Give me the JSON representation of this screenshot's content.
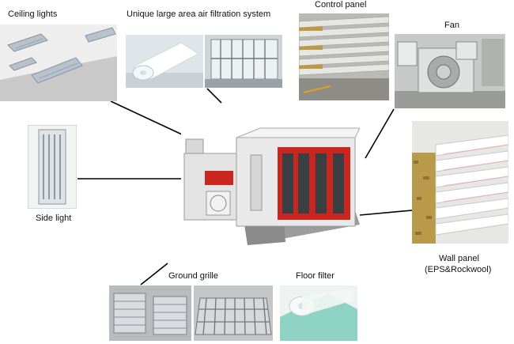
{
  "labels": {
    "ceiling_lights": "Ceiling lights",
    "air_filtration": "Unique large area air filtration system",
    "control_panel": "Control panel",
    "fan": "Fan",
    "side_light": "Side light",
    "ground_grille": "Ground grille",
    "floor_filter": "Floor filter",
    "wall_panel": "Wall panel",
    "wall_panel_material": "(EPS&Rockwool)"
  },
  "colors": {
    "booth_red": "#c8261e",
    "booth_white": "#e9e9e9",
    "filter_green": "#8fd3c4",
    "rockwool": "#b89a4a"
  }
}
